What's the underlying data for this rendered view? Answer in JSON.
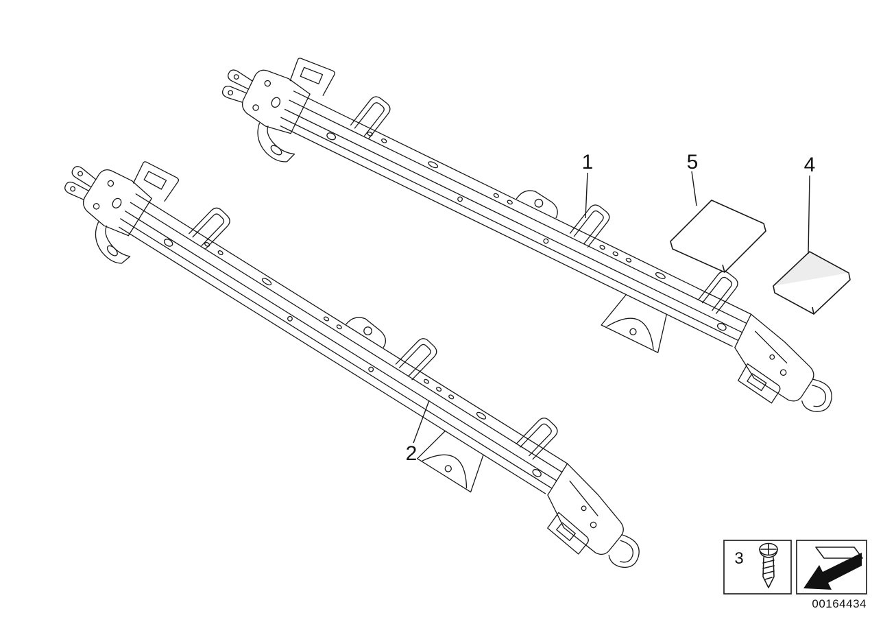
{
  "diagram": {
    "image_number": "00164434",
    "callouts": {
      "c1": {
        "label": "1"
      },
      "c2": {
        "label": "2"
      },
      "c3": {
        "label": "3"
      },
      "c4": {
        "label": "4"
      },
      "c5": {
        "label": "5"
      }
    },
    "icons": {
      "screw": "phillips-screw-icon",
      "direction": "front-direction-arrow-icon"
    },
    "colors": {
      "background": "#ffffff",
      "line": "#1a1a1a",
      "text": "#111111"
    }
  }
}
